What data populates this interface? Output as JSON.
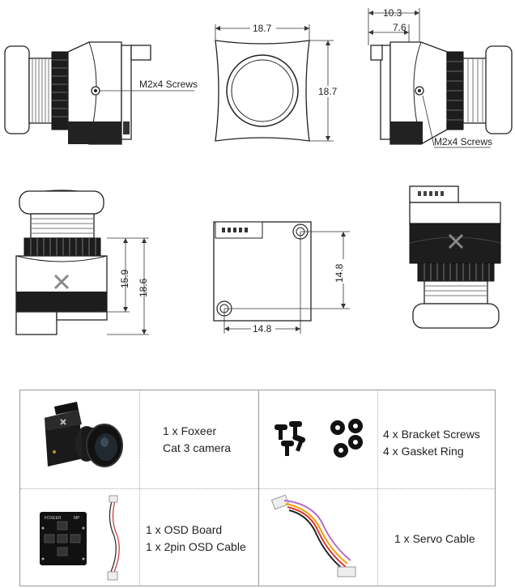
{
  "drawing": {
    "side_left": {
      "screw_label": "M2x4 Screws"
    },
    "front": {
      "width": "18.7",
      "height": "18.7"
    },
    "side_right": {
      "depth_total": "10.3",
      "depth_bracket": "7.6",
      "screw_label": "M2x4 Screws"
    },
    "front_view": {
      "height_body": "15.9",
      "height_total": "18.6"
    },
    "board": {
      "hole_vertical": "14.8",
      "hole_horizontal": "14.8"
    }
  },
  "contents": [
    {
      "lines": [
        "1 x Foxeer",
        "Cat 3 camera"
      ],
      "image": "camera-photo"
    },
    {
      "lines": [
        "4 x Bracket Screws",
        "4 x Gasket Ring"
      ],
      "image": "screws-gaskets-photo"
    },
    {
      "lines": [
        "1 x OSD Board",
        "1 x 2pin OSD Cable"
      ],
      "image": "osd-board-photo"
    },
    {
      "lines": [
        "1 x Servo Cable"
      ],
      "image": "servo-cable-photo"
    }
  ]
}
